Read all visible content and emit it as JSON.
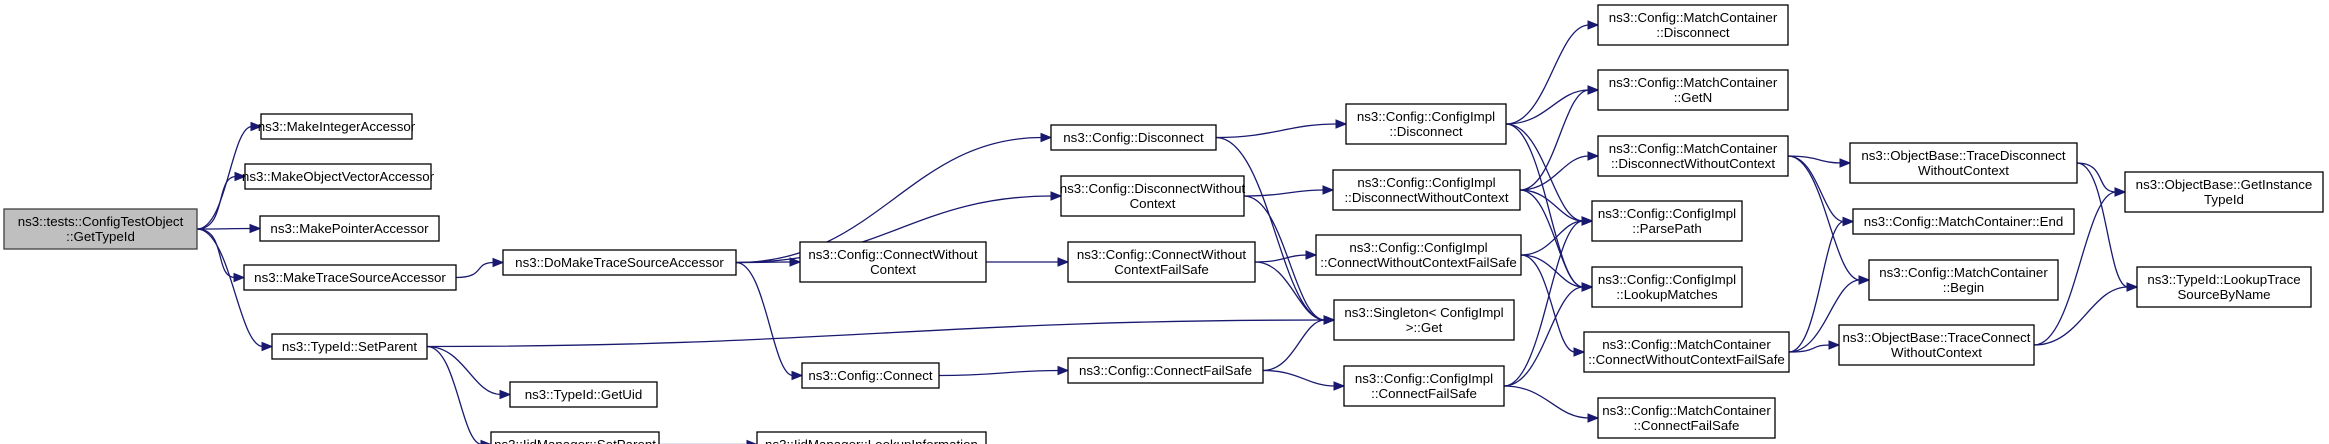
{
  "graph": {
    "title": "Call graph of ns3::tests::ConfigTestObject::GetTypeId",
    "edge_color": "#191970",
    "root_fill": "#bfbfbf",
    "nodes": [
      {
        "id": "root",
        "lines": [
          "ns3::tests::ConfigTestObject",
          "::GetTypeId"
        ],
        "root": true
      },
      {
        "id": "makeInteger",
        "lines": [
          "ns3::MakeIntegerAccessor"
        ]
      },
      {
        "id": "makeObjVec",
        "lines": [
          "ns3::MakeObjectVectorAccessor"
        ]
      },
      {
        "id": "makePointer",
        "lines": [
          "ns3::MakePointerAccessor"
        ]
      },
      {
        "id": "makeTrace",
        "lines": [
          "ns3::MakeTraceSourceAccessor"
        ]
      },
      {
        "id": "setParent",
        "lines": [
          "ns3::TypeId::SetParent"
        ]
      },
      {
        "id": "doMakeTrace",
        "lines": [
          "ns3::DoMakeTraceSourceAccessor"
        ]
      },
      {
        "id": "getUid",
        "lines": [
          "ns3::TypeId::GetUid"
        ]
      },
      {
        "id": "iidSetParent",
        "lines": [
          "ns3::IidManager::SetParent"
        ]
      },
      {
        "id": "lookupInfo",
        "lines": [
          "ns3::IidManager::LookupInformation"
        ]
      },
      {
        "id": "cfgDisconnect",
        "lines": [
          "ns3::Config::Disconnect"
        ]
      },
      {
        "id": "cfgDiscWoCtx",
        "lines": [
          "ns3::Config::DisconnectWithout",
          "Context"
        ]
      },
      {
        "id": "cfgConnWoCtx",
        "lines": [
          "ns3::Config::ConnectWithout",
          "Context"
        ]
      },
      {
        "id": "cfgConnect",
        "lines": [
          "ns3::Config::Connect"
        ]
      },
      {
        "id": "cfgConnWoCtxFS",
        "lines": [
          "ns3::Config::ConnectWithout",
          "ContextFailSafe"
        ]
      },
      {
        "id": "cfgConnFS",
        "lines": [
          "ns3::Config::ConnectFailSafe"
        ]
      },
      {
        "id": "implDisconnect",
        "lines": [
          "ns3::Config::ConfigImpl",
          "::Disconnect"
        ]
      },
      {
        "id": "implDiscWoCtx",
        "lines": [
          "ns3::Config::ConfigImpl",
          "::DisconnectWithoutContext"
        ]
      },
      {
        "id": "implConnWoCtxFS",
        "lines": [
          "ns3::Config::ConfigImpl",
          "::ConnectWithoutContextFailSafe"
        ]
      },
      {
        "id": "singletonGet",
        "lines": [
          "ns3::Singleton< ConfigImpl",
          ">::Get"
        ]
      },
      {
        "id": "implConnFS",
        "lines": [
          "ns3::Config::ConfigImpl",
          "::ConnectFailSafe"
        ]
      },
      {
        "id": "mcDisconnect",
        "lines": [
          "ns3::Config::MatchContainer",
          "::Disconnect"
        ]
      },
      {
        "id": "mcGetN",
        "lines": [
          "ns3::Config::MatchContainer",
          "::GetN"
        ]
      },
      {
        "id": "mcDiscWoCtx",
        "lines": [
          "ns3::Config::MatchContainer",
          "::DisconnectWithoutContext"
        ]
      },
      {
        "id": "parsePath",
        "lines": [
          "ns3::Config::ConfigImpl",
          "::ParsePath"
        ]
      },
      {
        "id": "lookupMatches",
        "lines": [
          "ns3::Config::ConfigImpl",
          "::LookupMatches"
        ]
      },
      {
        "id": "mcConnWoCtxFS",
        "lines": [
          "ns3::Config::MatchContainer",
          "::ConnectWithoutContextFailSafe"
        ]
      },
      {
        "id": "mcConnFS",
        "lines": [
          "ns3::Config::MatchContainer",
          "::ConnectFailSafe"
        ]
      },
      {
        "id": "obTraceDisc",
        "lines": [
          "ns3::ObjectBase::TraceDisconnect",
          "WithoutContext"
        ]
      },
      {
        "id": "mcEnd",
        "lines": [
          "ns3::Config::MatchContainer::End"
        ]
      },
      {
        "id": "mcBegin",
        "lines": [
          "ns3::Config::MatchContainer",
          "::Begin"
        ]
      },
      {
        "id": "obTraceConn",
        "lines": [
          "ns3::ObjectBase::TraceConnect",
          "WithoutContext"
        ]
      },
      {
        "id": "getInstTypeId",
        "lines": [
          "ns3::ObjectBase::GetInstance",
          "TypeId"
        ]
      },
      {
        "id": "lookupTraceSrc",
        "lines": [
          "ns3::TypeId::LookupTrace",
          "SourceByName"
        ]
      }
    ],
    "edges": [
      [
        "root",
        "makeInteger"
      ],
      [
        "root",
        "makeObjVec"
      ],
      [
        "root",
        "makePointer"
      ],
      [
        "root",
        "makeTrace"
      ],
      [
        "root",
        "setParent"
      ],
      [
        "makeTrace",
        "doMakeTrace"
      ],
      [
        "setParent",
        "singletonGet"
      ],
      [
        "setParent",
        "getUid"
      ],
      [
        "setParent",
        "iidSetParent"
      ],
      [
        "iidSetParent",
        "lookupInfo"
      ],
      [
        "doMakeTrace",
        "cfgDisconnect"
      ],
      [
        "doMakeTrace",
        "cfgDiscWoCtx"
      ],
      [
        "doMakeTrace",
        "cfgConnWoCtx"
      ],
      [
        "doMakeTrace",
        "cfgConnect"
      ],
      [
        "cfgConnWoCtx",
        "cfgConnWoCtxFS"
      ],
      [
        "cfgConnect",
        "cfgConnFS"
      ],
      [
        "cfgDisconnect",
        "implDisconnect"
      ],
      [
        "cfgDisconnect",
        "singletonGet"
      ],
      [
        "cfgDiscWoCtx",
        "implDiscWoCtx"
      ],
      [
        "cfgDiscWoCtx",
        "singletonGet"
      ],
      [
        "cfgConnWoCtxFS",
        "implConnWoCtxFS"
      ],
      [
        "cfgConnWoCtxFS",
        "singletonGet"
      ],
      [
        "cfgConnFS",
        "singletonGet"
      ],
      [
        "cfgConnFS",
        "implConnFS"
      ],
      [
        "implDisconnect",
        "mcDisconnect"
      ],
      [
        "implDisconnect",
        "mcGetN"
      ],
      [
        "implDisconnect",
        "parsePath"
      ],
      [
        "implDisconnect",
        "lookupMatches"
      ],
      [
        "implDiscWoCtx",
        "mcGetN"
      ],
      [
        "implDiscWoCtx",
        "mcDiscWoCtx"
      ],
      [
        "implDiscWoCtx",
        "parsePath"
      ],
      [
        "implDiscWoCtx",
        "lookupMatches"
      ],
      [
        "implConnWoCtxFS",
        "parsePath"
      ],
      [
        "implConnWoCtxFS",
        "lookupMatches"
      ],
      [
        "implConnWoCtxFS",
        "mcConnWoCtxFS"
      ],
      [
        "implConnFS",
        "parsePath"
      ],
      [
        "implConnFS",
        "lookupMatches"
      ],
      [
        "implConnFS",
        "mcConnFS"
      ],
      [
        "mcDiscWoCtx",
        "obTraceDisc"
      ],
      [
        "mcDiscWoCtx",
        "mcEnd"
      ],
      [
        "mcDiscWoCtx",
        "mcBegin"
      ],
      [
        "mcConnWoCtxFS",
        "mcEnd"
      ],
      [
        "mcConnWoCtxFS",
        "mcBegin"
      ],
      [
        "mcConnWoCtxFS",
        "obTraceConn"
      ],
      [
        "obTraceDisc",
        "getInstTypeId"
      ],
      [
        "obTraceDisc",
        "lookupTraceSrc"
      ],
      [
        "obTraceConn",
        "getInstTypeId"
      ],
      [
        "obTraceConn",
        "lookupTraceSrc"
      ]
    ]
  }
}
